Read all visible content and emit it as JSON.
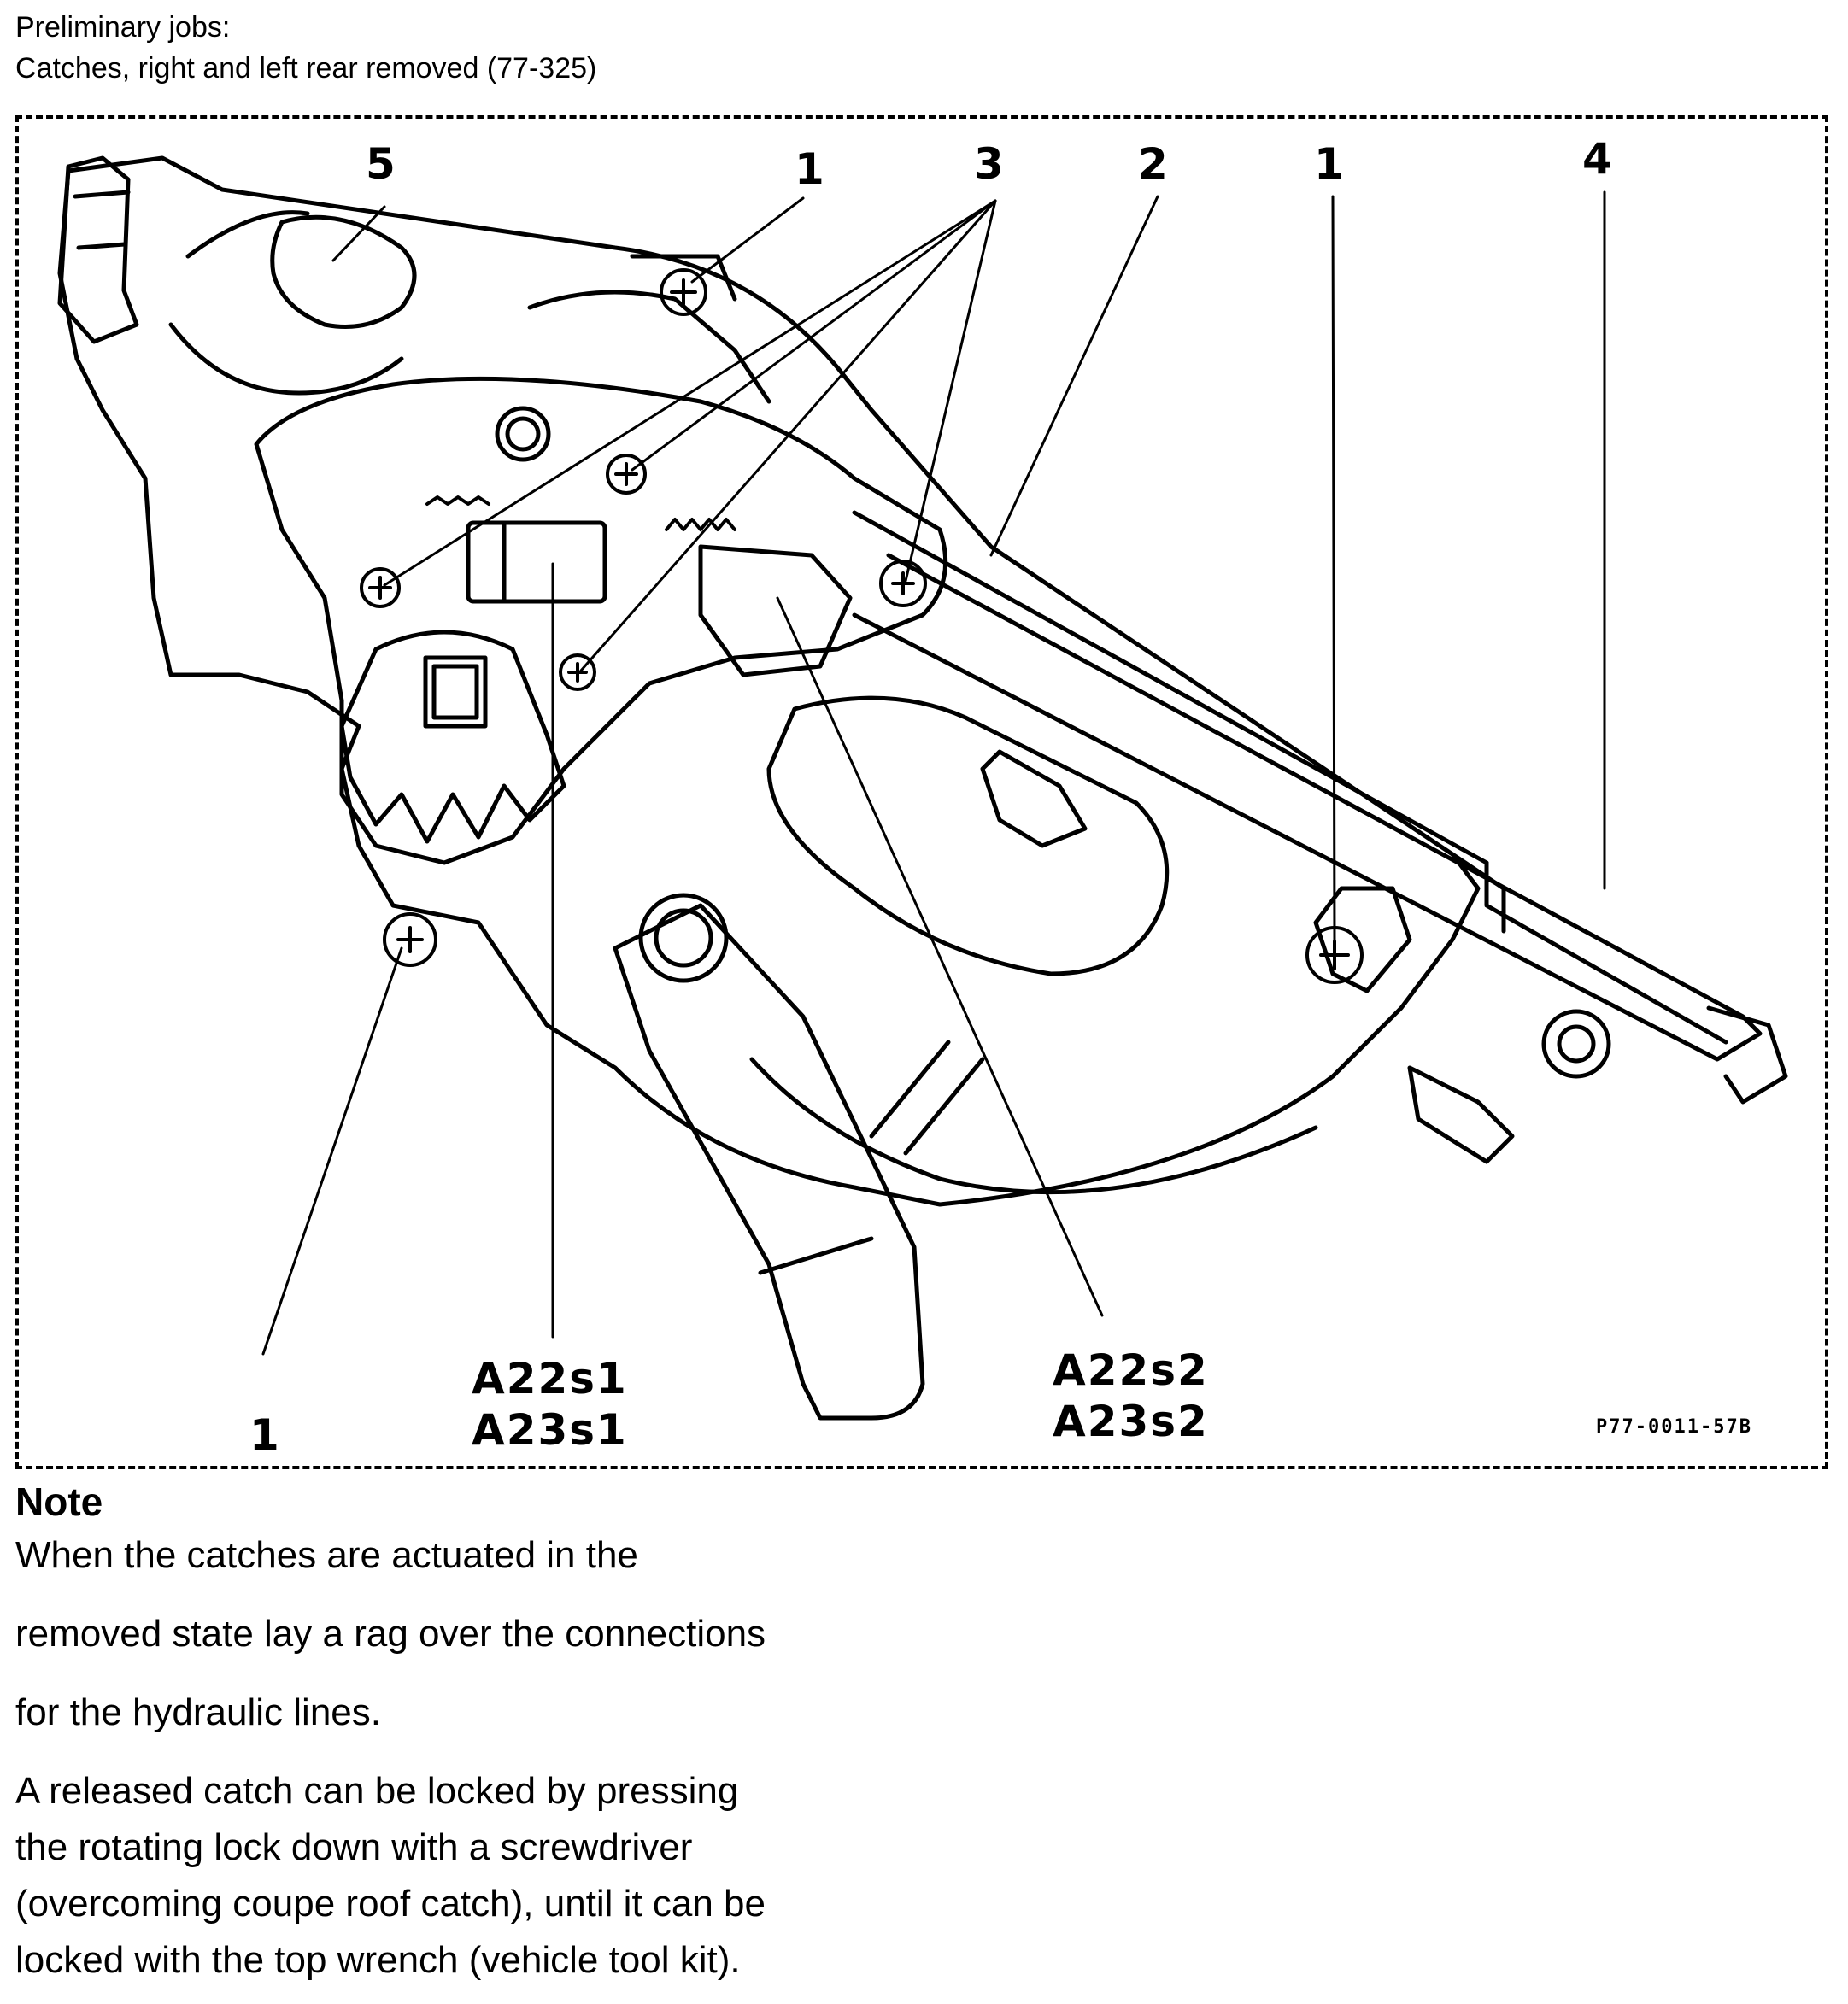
{
  "preliminary": {
    "heading": "Preliminary jobs:",
    "step": "Catches, right and left rear removed (77-325)"
  },
  "figure": {
    "callouts": {
      "c5": "5",
      "c1_top_left": "1",
      "c3": "3",
      "c2": "2",
      "c1_top_right": "1",
      "c4": "4",
      "c1_bottom": "1",
      "a22s1": "A22s1",
      "a23s1": "A23s1",
      "a22s2": "A22s2",
      "a23s2": "A23s2"
    },
    "code": "P77-0011-57B"
  },
  "note": {
    "heading": "Note",
    "lines": [
      "When the catches are actuated in the",
      "removed state lay a rag over the connections",
      "for the hydraulic lines."
    ],
    "para2": [
      "A released catch can be locked by pressing",
      "the rotating lock down with a screwdriver",
      "(overcoming coupe roof catch), until it can be",
      "locked with the top wrench (vehicle tool kit)."
    ]
  }
}
